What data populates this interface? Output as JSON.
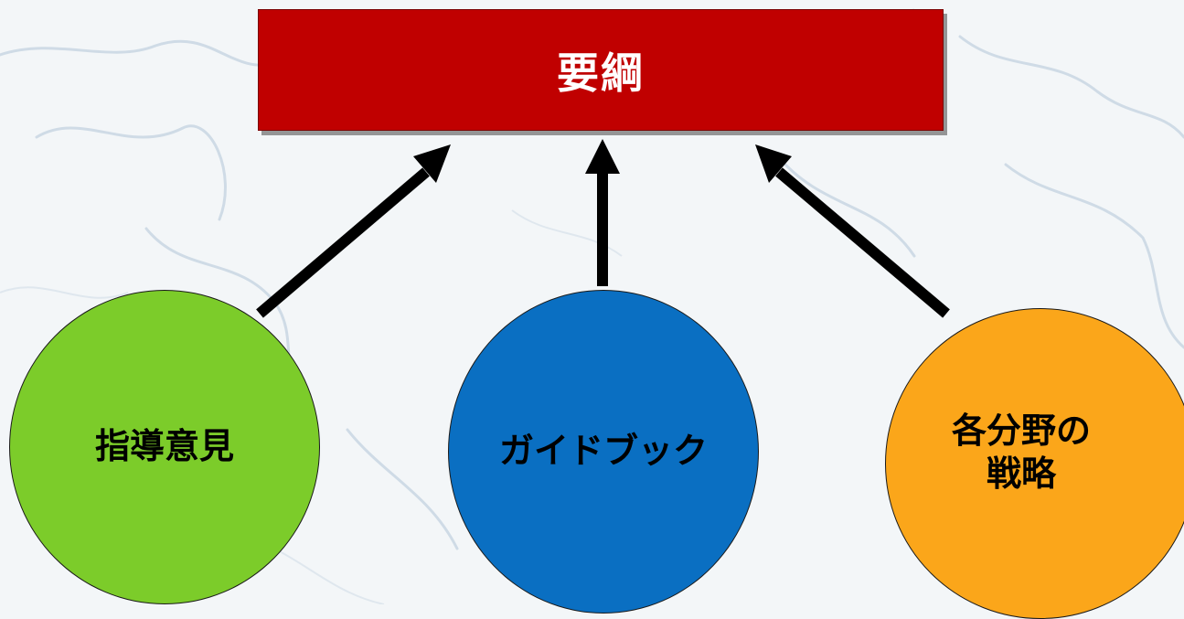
{
  "diagram": {
    "title": {
      "label": "要綱",
      "color": "#c00000"
    },
    "nodes": [
      {
        "id": "left",
        "label": "指導意見",
        "color": "#7ccc2a"
      },
      {
        "id": "center",
        "label": "ガイドブック",
        "color": "#0a6fc2"
      },
      {
        "id": "right",
        "label": "各分野の\n戦略",
        "color": "#fba61a"
      }
    ],
    "edges": [
      {
        "from": "指導意見",
        "to": "要綱"
      },
      {
        "from": "ガイドブック",
        "to": "要綱"
      },
      {
        "from": "各分野の\n戦略",
        "to": "要綱"
      }
    ]
  }
}
